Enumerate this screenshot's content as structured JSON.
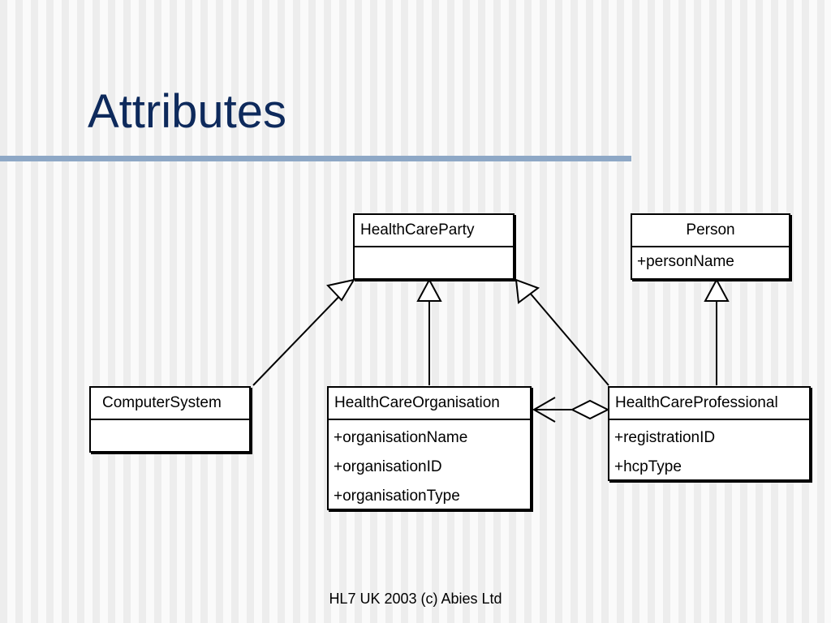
{
  "slide": {
    "title": "Attributes",
    "footer": "HL7 UK 2003 (c) Abies Ltd"
  },
  "diagram": {
    "classes": {
      "healthcare_party": {
        "name": "HealthCareParty",
        "attributes": []
      },
      "person": {
        "name": "Person",
        "attributes": [
          "+personName"
        ]
      },
      "computer_system": {
        "name": "ComputerSystem",
        "attributes": []
      },
      "healthcare_organisation": {
        "name": "HealthCareOrganisation",
        "attributes": [
          "+organisationName",
          "+organisationID",
          "+organisationType"
        ]
      },
      "healthcare_professional": {
        "name": "HealthCareProfessional",
        "attributes": [
          "+registrationID",
          "+hcpType"
        ]
      }
    },
    "relationships": [
      {
        "type": "generalization",
        "from": "ComputerSystem",
        "to": "HealthCareParty"
      },
      {
        "type": "generalization",
        "from": "HealthCareOrganisation",
        "to": "HealthCareParty"
      },
      {
        "type": "generalization",
        "from": "HealthCareProfessional",
        "to": "HealthCareParty"
      },
      {
        "type": "generalization",
        "from": "HealthCareProfessional",
        "to": "Person"
      },
      {
        "type": "aggregation",
        "from": "HealthCareProfessional",
        "to": "HealthCareOrganisation"
      }
    ]
  }
}
